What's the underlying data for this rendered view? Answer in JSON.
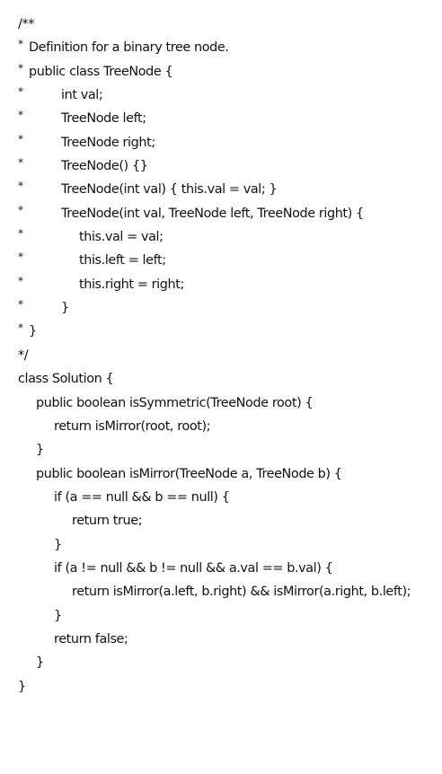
{
  "code": {
    "lines": [
      "/**",
      "Definition for a binary tree node.",
      "public class TreeNode {",
      "int val;",
      "TreeNode left;",
      "TreeNode right;",
      "TreeNode() {}",
      "TreeNode(int val) { this.val = val; }",
      "TreeNode(int val, TreeNode left, TreeNode right) {",
      "this.val = val;",
      "this.left = left;",
      "this.right = right;",
      "}",
      "}",
      "*/",
      "class Solution {",
      "public boolean isSymmetric(TreeNode root) {",
      "return isMirror(root, root);",
      "}",
      "public boolean isMirror(TreeNode a, TreeNode b) {",
      "if (a == null && b == null) {",
      "return true;",
      "}",
      "if (a != null && b != null && a.val == b.val) {",
      "return isMirror(a.left, b.right) && isMirror(a.right, b.left);",
      "}",
      "return false;",
      "}",
      "}"
    ],
    "comment_star": "*"
  }
}
